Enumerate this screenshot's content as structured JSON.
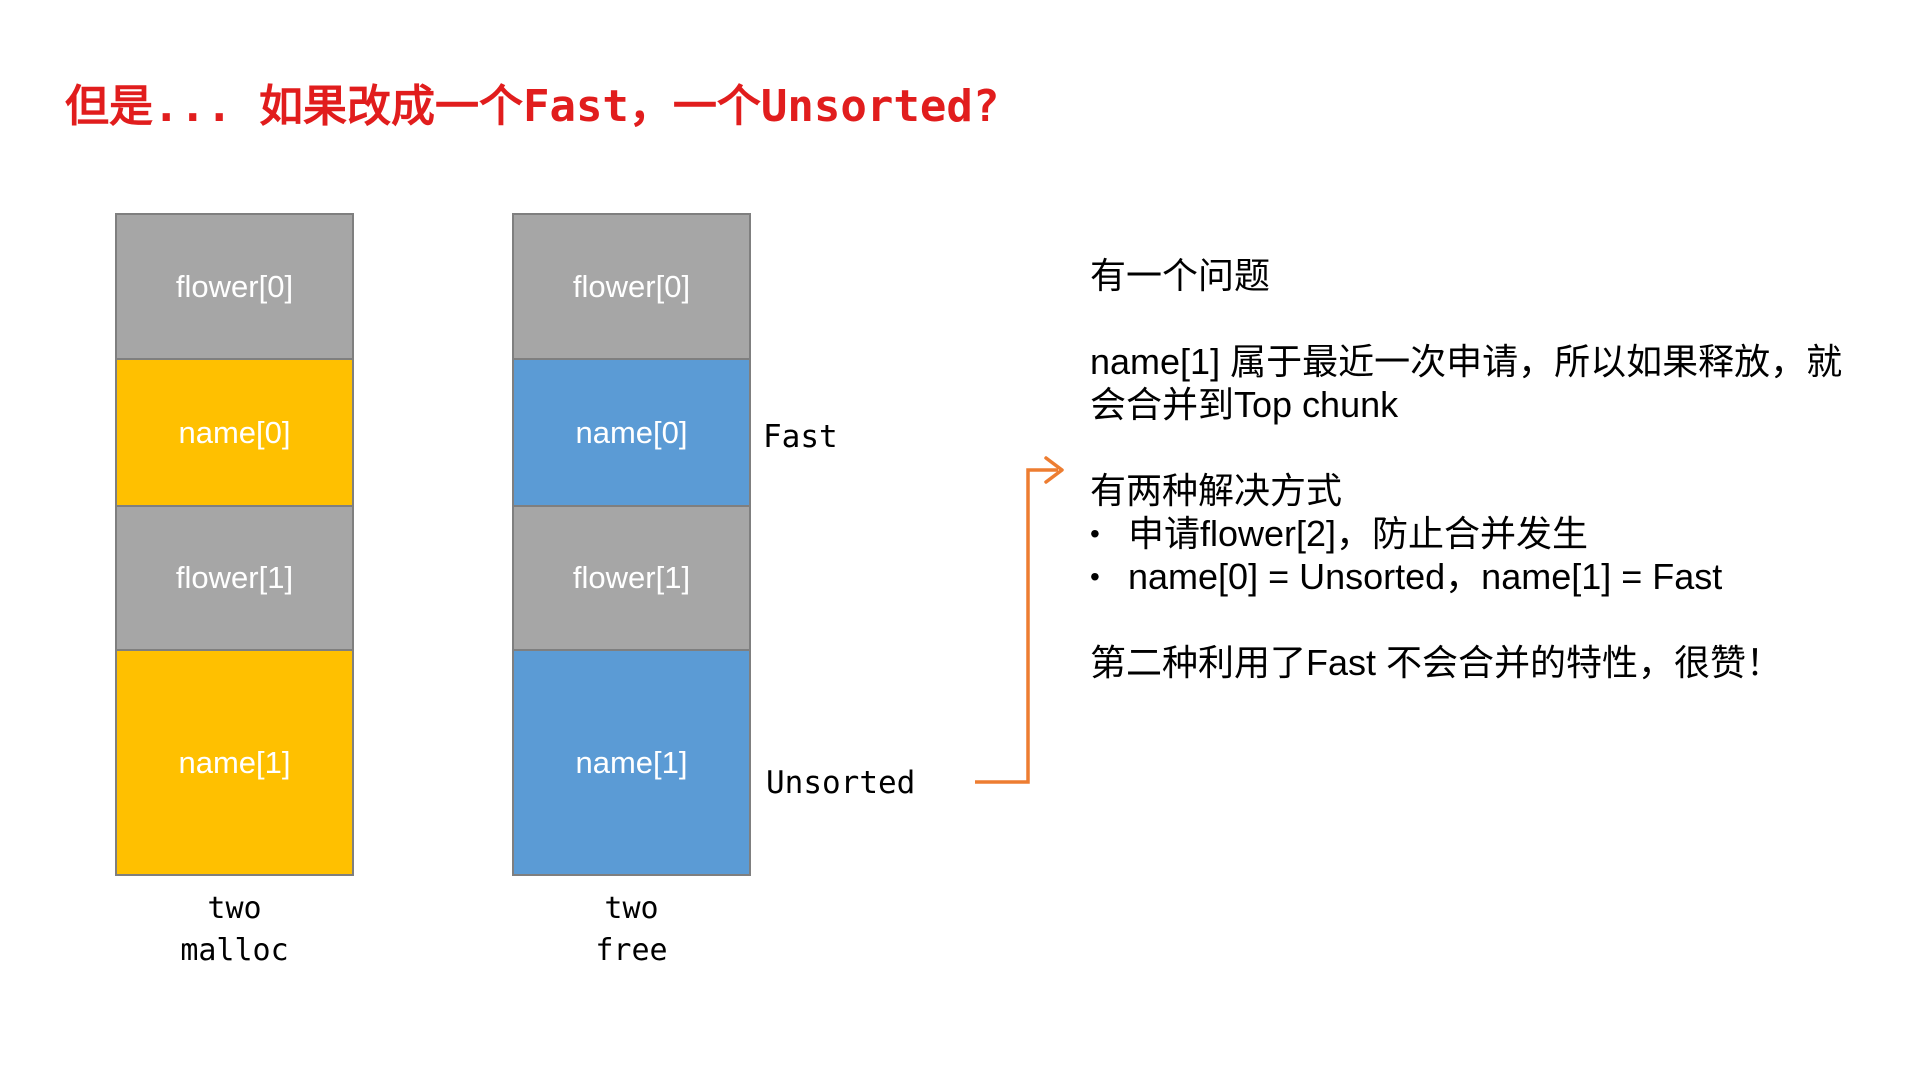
{
  "title": "但是... 如果改成一个Fast，一个Unsorted?",
  "colors": {
    "red": "#e11d1d",
    "gray": "#a6a6a6",
    "gray-border": "#7f7f7f",
    "yellow": "#ffc000",
    "blue": "#5b9bd5",
    "orange": "#ed7d31",
    "ink": "#000000"
  },
  "diagram": {
    "left_column": {
      "blocks": [
        {
          "label": "flower[0]",
          "color": "gray"
        },
        {
          "label": "name[0]",
          "color": "yellow"
        },
        {
          "label": "flower[1]",
          "color": "gray"
        },
        {
          "label": "name[1]",
          "color": "yellow"
        }
      ],
      "caption_line1": "two",
      "caption_line2": "malloc"
    },
    "right_column": {
      "blocks": [
        {
          "label": "flower[0]",
          "color": "gray"
        },
        {
          "label": "name[0]",
          "color": "blue"
        },
        {
          "label": "flower[1]",
          "color": "gray"
        },
        {
          "label": "name[1]",
          "color": "blue"
        }
      ],
      "caption_line1": "two",
      "caption_line2": "free"
    },
    "fast_label": "Fast",
    "unsorted_label": "Unsorted"
  },
  "notes": {
    "para1": "有一个问题",
    "para2_line1": "name[1] 属于最近一次申请，所以如果释放，就",
    "para2_line2": "会合并到Top chunk",
    "para3_heading": "有两种解决方式",
    "bullet_char": "•",
    "bullet1": "申请flower[2]，防止合并发生",
    "bullet2": "name[0] = Unsorted，name[1] = Fast",
    "para4": "第二种利用了Fast 不会合并的特性，很赞！"
  }
}
